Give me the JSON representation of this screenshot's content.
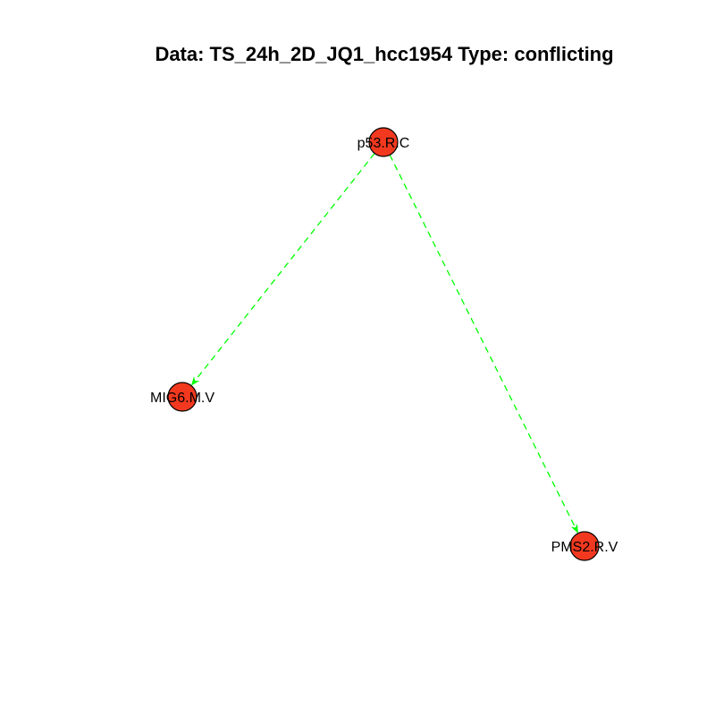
{
  "title": "Data: TS_24h_2D_JQ1_hcc1954 Type: conflicting",
  "colors": {
    "node_fill": "#f2391f",
    "node_stroke": "#000000",
    "edge": "#00ff00"
  },
  "nodes": [
    {
      "id": "p53",
      "label": "p53.R.C"
    },
    {
      "id": "mig6",
      "label": "MIG6.M.V"
    },
    {
      "id": "pms2",
      "label": "PMS2.R.V"
    }
  ],
  "edges": [
    {
      "from": "p53",
      "to": "mig6",
      "style": "dashed"
    },
    {
      "from": "p53",
      "to": "pms2",
      "style": "dashed"
    }
  ]
}
